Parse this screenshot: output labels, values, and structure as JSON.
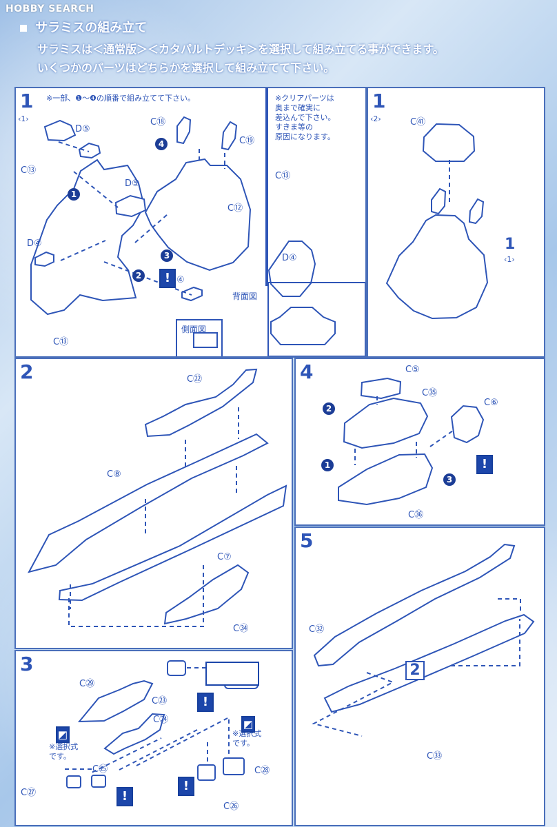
{
  "watermark": "HOBBY SEARCH",
  "header": {
    "title": "サラミスの組み立て",
    "line1": "サラミスは＜通常版＞＜カタパルトデッキ＞を選択して組み立てる事ができます。",
    "line2": "いくつかのパーツはどちらかを選択して組み立てて下さい。"
  },
  "panels": {
    "p1a": {
      "step": "1",
      "sub": "‹1›",
      "note_top": "※一部、❶～❹の順番で組み立てて下さい。",
      "labels": {
        "c13a": "C⑬",
        "d5a": "D⑤",
        "d5b": "D⑤",
        "d4a": "D④",
        "c18": "C⑱",
        "c19": "C⑲",
        "c12": "C⑫",
        "d4b": "D④",
        "c13b": "C⑬",
        "side": "側面図",
        "back": "背面図",
        "clear_note": "※クリアパーツは\n奥まで確実に\n差込んで下さい。\nすきま等の\n原因になります。",
        "c13c": "C⑬",
        "d4c": "D④"
      },
      "badges": [
        "1",
        "2",
        "3",
        "4"
      ]
    },
    "p1b": {
      "step": "1",
      "sub": "‹2›",
      "labels": {
        "c41": "C㊶",
        "ref": "1",
        "ref_sub": "‹1›"
      }
    },
    "p2": {
      "step": "2",
      "labels": {
        "c22": "C㉒",
        "c8": "C⑧",
        "c7": "C⑦",
        "c34": "C㉞"
      }
    },
    "p3": {
      "step": "3",
      "labels": {
        "c29": "C㉙",
        "c23": "C㉓",
        "c24": "C㉔",
        "c25": "C㉕",
        "c27": "C㉗",
        "c26": "C㉖",
        "c28": "C㉘",
        "note1": "※選択式\nです。",
        "note2": "※選択式\nです。"
      }
    },
    "p4": {
      "step": "4",
      "labels": {
        "c5": "C⑤",
        "c35": "C㉟",
        "c6": "C⑥",
        "c36": "C㊱"
      },
      "badges": [
        "1",
        "2",
        "3"
      ]
    },
    "p5": {
      "step": "5",
      "labels": {
        "c32": "C㉜",
        "c33": "C㉝",
        "ref": "2"
      }
    }
  }
}
